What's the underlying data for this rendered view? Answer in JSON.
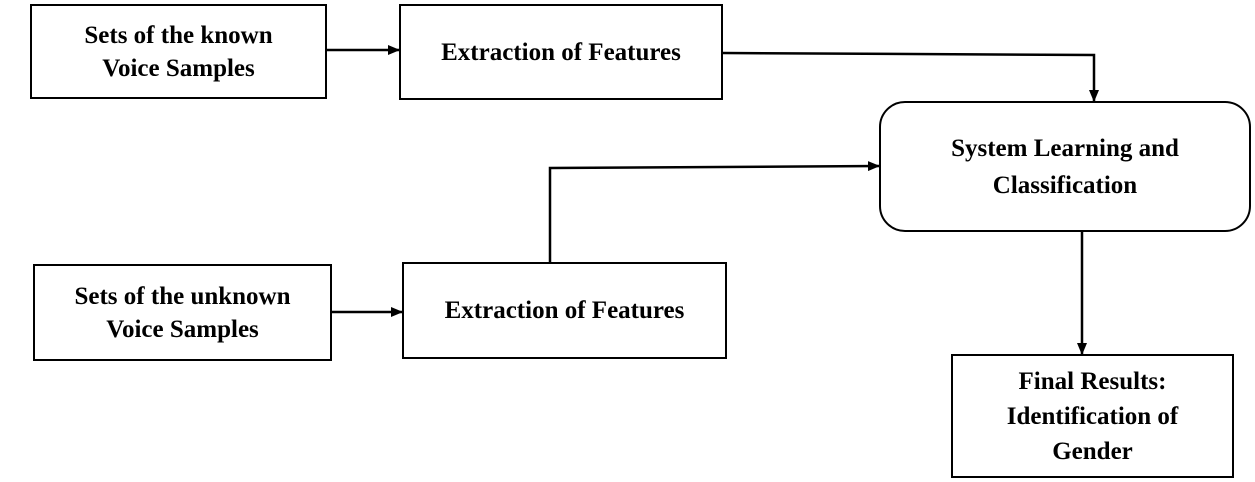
{
  "diagram": {
    "nodes": {
      "known_samples": "Sets of the known\nVoice Samples",
      "extraction_top": "Extraction of Features",
      "system_learning": "System Learning and\nClassification",
      "unknown_samples": "Sets of the unknown\nVoice Samples",
      "extraction_bottom": "Extraction of Features",
      "final_results": "Final Results:\nIdentification of\nGender"
    },
    "edges": [
      {
        "from": "known_samples",
        "to": "extraction_top"
      },
      {
        "from": "extraction_top",
        "to": "system_learning"
      },
      {
        "from": "unknown_samples",
        "to": "extraction_bottom"
      },
      {
        "from": "extraction_bottom",
        "to": "system_learning"
      },
      {
        "from": "system_learning",
        "to": "final_results"
      }
    ],
    "colors": {
      "stroke": "#000000",
      "fill": "#ffffff",
      "text": "#000000"
    }
  }
}
